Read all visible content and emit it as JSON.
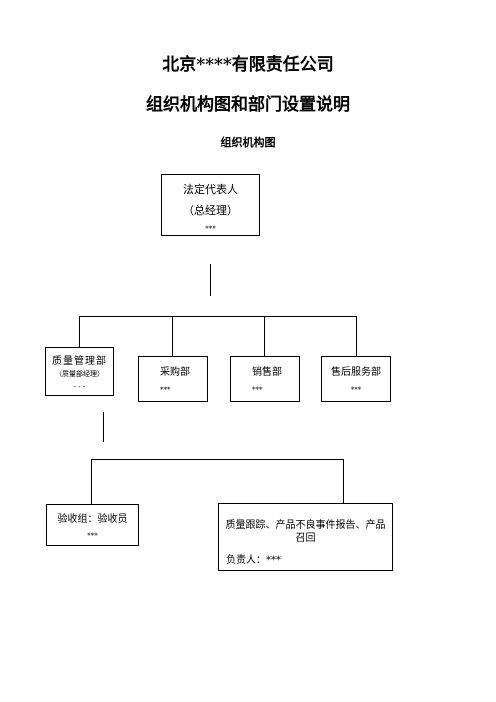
{
  "header": {
    "company": "北京****有限责任公司",
    "doc_title": "组织机构图和部门设置说明",
    "section_title": "组织机构图"
  },
  "org": {
    "root": {
      "title": "法定代表人",
      "subtitle": "（总经理）",
      "name": "***"
    },
    "quality": {
      "title": "质量管理部",
      "subtitle": "（质量部经理）",
      "name": "- - -"
    },
    "purchase": {
      "title": "采购部",
      "name": "***"
    },
    "sales": {
      "title": "销售部",
      "name": "***"
    },
    "aftersales": {
      "title": "售后服务部",
      "name": "***"
    },
    "inspection": {
      "title": "验收组：验收员",
      "name": "***"
    },
    "tracking": {
      "title_line1": "质量跟踪、产品不良事件报告、产品",
      "title_line2": "召回",
      "owner": "负责人：***"
    }
  }
}
